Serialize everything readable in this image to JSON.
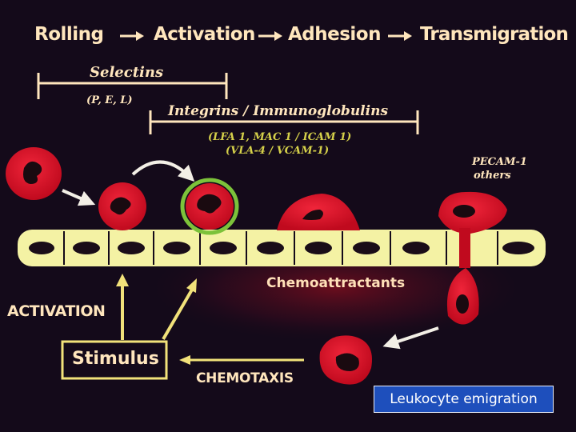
{
  "colors": {
    "background": "#140a1a",
    "cell_red": "#d80f26",
    "endothelium": "#f4f2a4",
    "label_text": "#ffe6bd",
    "ligand_text": "#d6d14a",
    "caption_bg": "#1e4fbc"
  },
  "header": {
    "steps": [
      "Rolling",
      "Activation",
      "Adhesion",
      "Transmigration"
    ]
  },
  "molecules": {
    "selectins": "Selectins",
    "selectin_types": "(P, E, L)",
    "integrins": "Integrins / Immunoglobulins",
    "pair_1": "(LFA 1, MAC 1  / ICAM 1)",
    "pair_2": "(VLA-4   / VCAM-1)",
    "pecam": "PECAM-1",
    "others": "others"
  },
  "labels": {
    "chemoattractants": "Chemoattractants",
    "activation": "ACTIVATION",
    "stimulus": "Stimulus",
    "chemotaxis": "CHEMOTAXIS"
  },
  "caption": "Leukocyte emigration"
}
